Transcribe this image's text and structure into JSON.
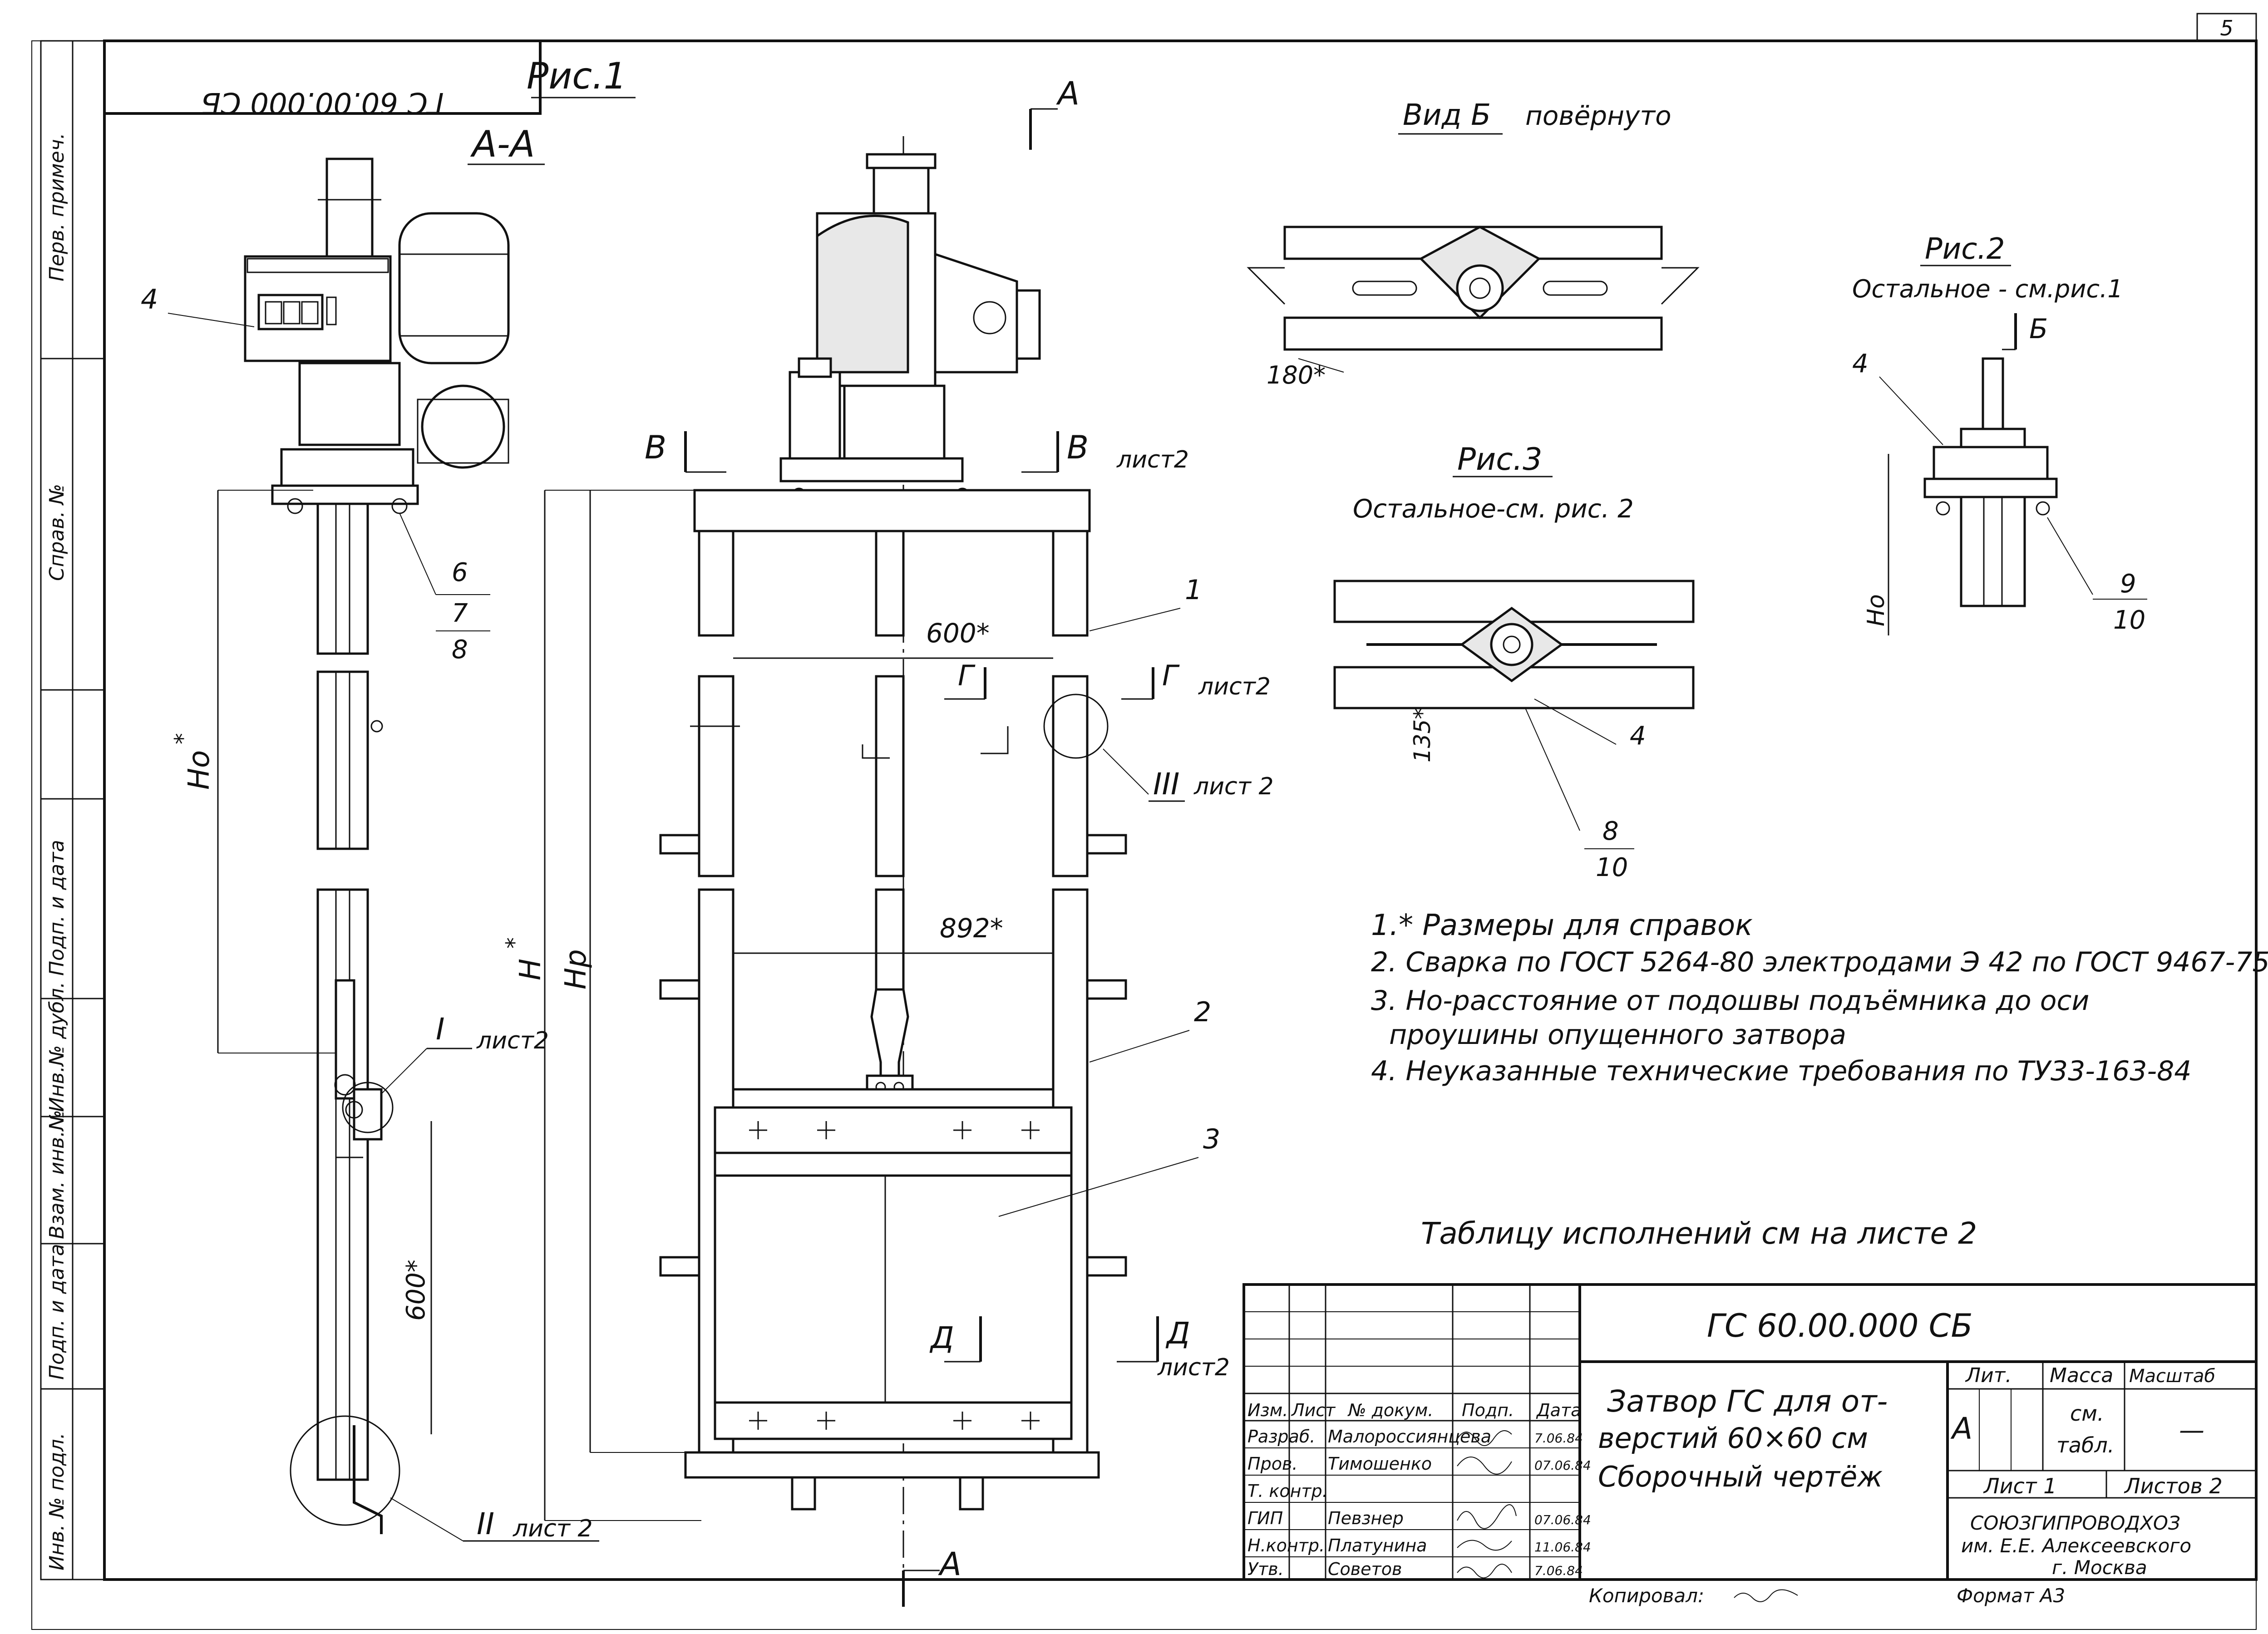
{
  "sheet": {
    "page_number": "5",
    "format": "Формат A3",
    "copied_by": "Копировал:"
  },
  "side_stamp": {
    "labels": [
      "Перв. примеч.",
      "Справ. №",
      "Подп. и дата",
      "Инв.№ дубл.",
      "Взам. инв.№",
      "Подп. и дата",
      "Инв. № подл."
    ]
  },
  "mirror_code": "ГС 60.00.000 СБ",
  "figures": {
    "fig1_title": "Рис.1",
    "section_aa": "А-А",
    "view_b": "Вид Б",
    "view_b_suffix": "повёрнуто",
    "fig2_title": "Рис.2",
    "fig2_note": "Остальное - см.рис.1",
    "fig3_title": "Рис.3",
    "fig3_note": "Остальное-см. рис. 2"
  },
  "section_marks": {
    "a": "А",
    "b": "Б",
    "v": "В",
    "g": "Г",
    "d": "Д",
    "list2": "лист2",
    "list2_sp": "лист 2",
    "roman1": "I",
    "roman2": "II",
    "roman3": "III"
  },
  "positions": [
    "1",
    "2",
    "3",
    "4",
    "6",
    "7",
    "8",
    "9",
    "10"
  ],
  "dimensions": {
    "d600a": "600*",
    "d600b": "600*",
    "d892": "892*",
    "d180": "180*",
    "d135": "135*",
    "ho": "Hо",
    "h": "H",
    "hp": "Hр",
    "star": "*"
  },
  "notes": [
    "1.* Размеры для справок",
    "2. Сварка по ГОСТ 5264-80 электродами Э 42 по ГОСТ 9467-75",
    "3. Hо-расстояние от подошвы подъёмника до оси",
    "проушины опущенного затвора",
    "4. Неуказанные технические требования по ТУ33-163-84"
  ],
  "table_note": "Таблицу исполнений см на листе 2",
  "title_block": {
    "code": "ГС 60.00.000 СБ",
    "title_line1": "Затвор ГС для от-",
    "title_line2": "верстий 60×60 см",
    "title_line3": "Сборочный чертёж",
    "col_izm": "Изм.",
    "col_list": "Лист",
    "col_doc": "№ докум.",
    "col_sign": "Подп.",
    "col_date": "Дата",
    "roles": [
      {
        "role": "Разраб.",
        "name": "Малороссиянцева",
        "date": "7.06.84"
      },
      {
        "role": "Пров.",
        "name": "Тимошенко",
        "date": "07.06.84"
      },
      {
        "role": "Т. контр.",
        "name": "",
        "date": ""
      },
      {
        "role": "ГИП",
        "name": "Певзнер",
        "date": "07.06.84"
      },
      {
        "role": "Н.контр.",
        "name": "Платунина",
        "date": "11.06.84"
      },
      {
        "role": "Утв.",
        "name": "Советов",
        "date": "7.06.84"
      }
    ],
    "lit_label": "Лит.",
    "mass_label": "Масса",
    "scale_label": "Масштаб",
    "lit_value": "А",
    "mass_value1": "см.",
    "mass_value2": "табл.",
    "scale_value": "—",
    "sheet_label": "Лист 1",
    "sheets_label": "Листов 2",
    "org1": "СОЮЗГИПРОВОДХОЗ",
    "org2": "им. Е.Е. Алексеевского",
    "org3": "г. Москва"
  }
}
